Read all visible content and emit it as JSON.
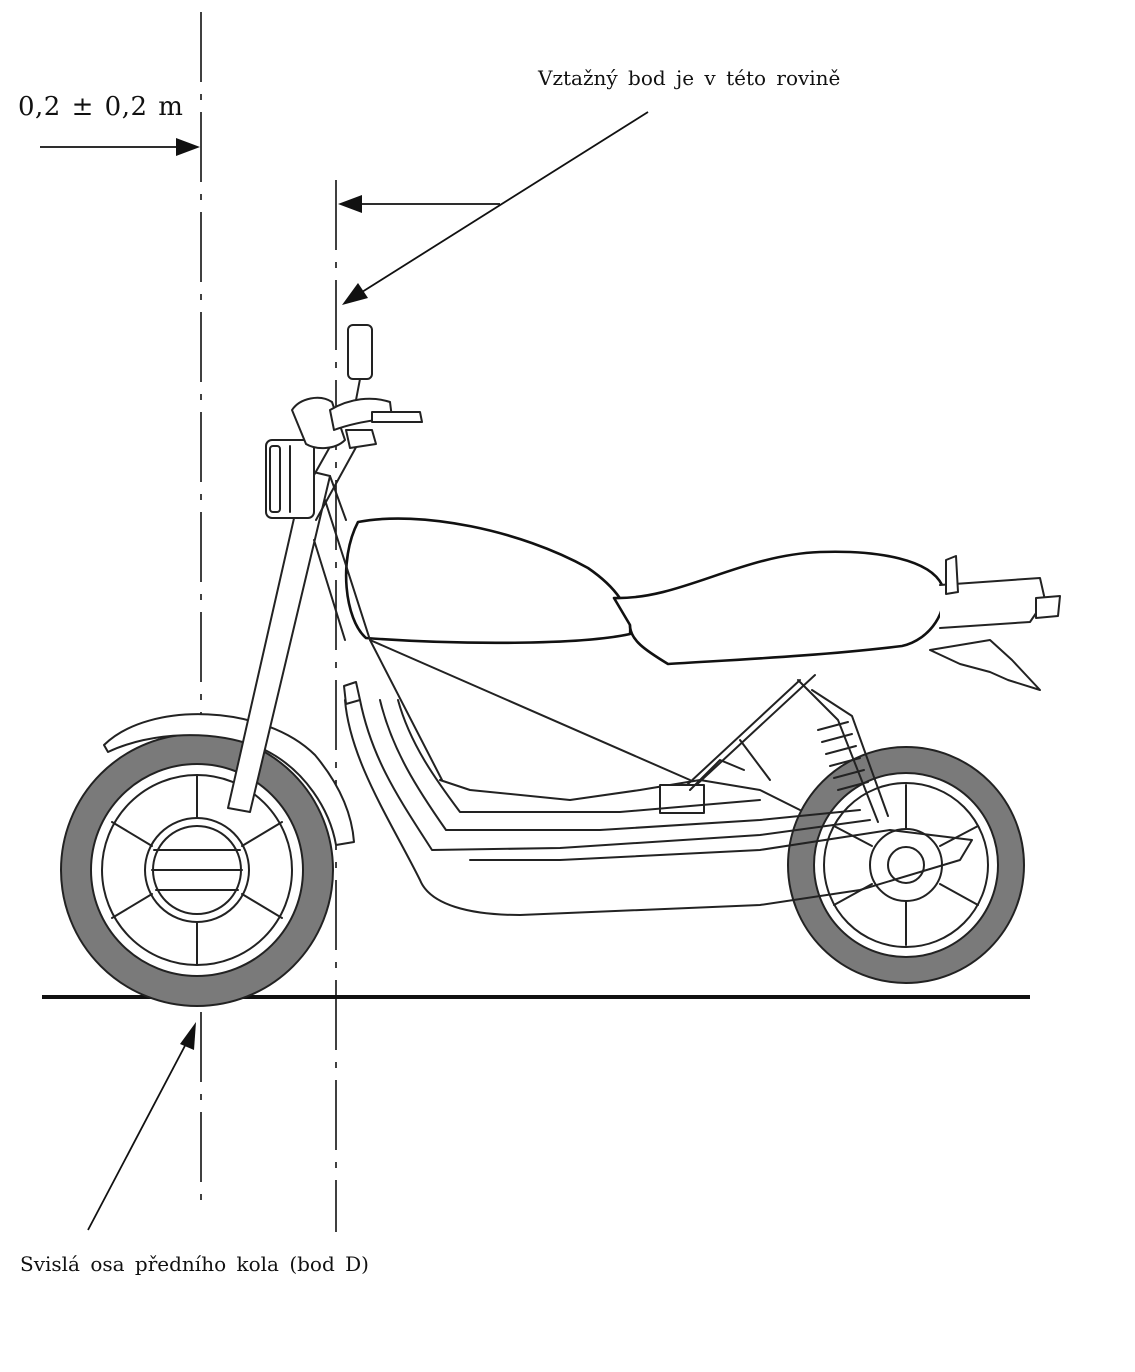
{
  "dimension_text": "0,2 ± 0,2 m",
  "reference_point_text": "Vztažný bod je v této rovině",
  "front_axis_text": "Svislá osa předního kola (bod D)",
  "colors": {
    "line": "#111111",
    "tire": "#7a7a7a",
    "background": "#ffffff"
  }
}
